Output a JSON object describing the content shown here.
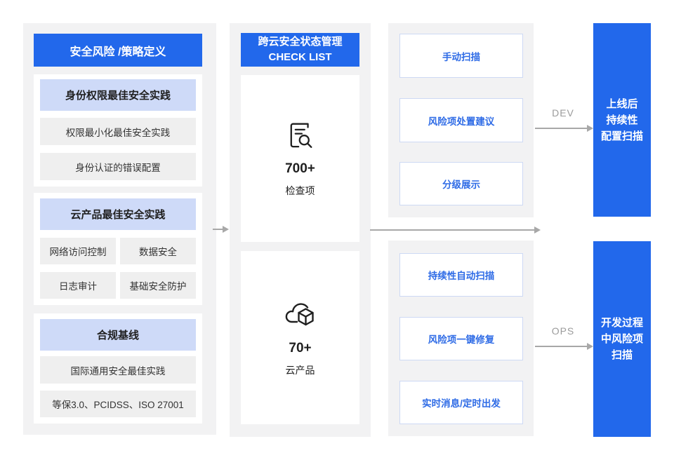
{
  "colors": {
    "primary_blue": "#2268eb",
    "light_blue_header": "#cedaf8",
    "panel_gray": "#f2f2f3",
    "item_gray": "#efefef",
    "feature_border_blue": "#cdd9f4",
    "feature_text_blue": "#2e6be6",
    "arrow_gray": "#a8a8a8",
    "flow_label_gray": "#9b9b9b"
  },
  "left_panel": {
    "title": "安全风险 /策略定义",
    "groups": [
      {
        "header": "身份权限最佳安全实践",
        "items": [
          "权限最小化最佳安全实践",
          "身份认证的错误配置"
        ]
      },
      {
        "header": "云产品最佳安全实践",
        "grid_items": [
          "网络访问控制",
          "数据安全",
          "日志审计",
          "基础安全防护"
        ]
      },
      {
        "header": "合规基线",
        "items": [
          "国际通用安全最佳实践",
          "等保3.0、PCIDSS、ISO 27001"
        ]
      }
    ]
  },
  "middle_panel": {
    "title_line1": "跨云安全状态管理",
    "title_line2": "CHECK LIST",
    "stats": [
      {
        "icon": "document-search-icon",
        "value": "700+",
        "label": "检查项"
      },
      {
        "icon": "cloud-product-icon",
        "value": "70+",
        "label": "云产品"
      }
    ]
  },
  "features": {
    "top_group": [
      "手动扫描",
      "风险项处置建议",
      "分级展示"
    ],
    "bottom_group": [
      "持续性自动扫描",
      "风险项一键修复",
      "实时消息/定时出发"
    ]
  },
  "flows": [
    {
      "label": "DEV",
      "target_lines": [
        "上线后",
        "持续性",
        "配置扫描"
      ]
    },
    {
      "label": "OPS",
      "target_lines": [
        "开发过程",
        "中风险项",
        "扫描"
      ]
    }
  ]
}
